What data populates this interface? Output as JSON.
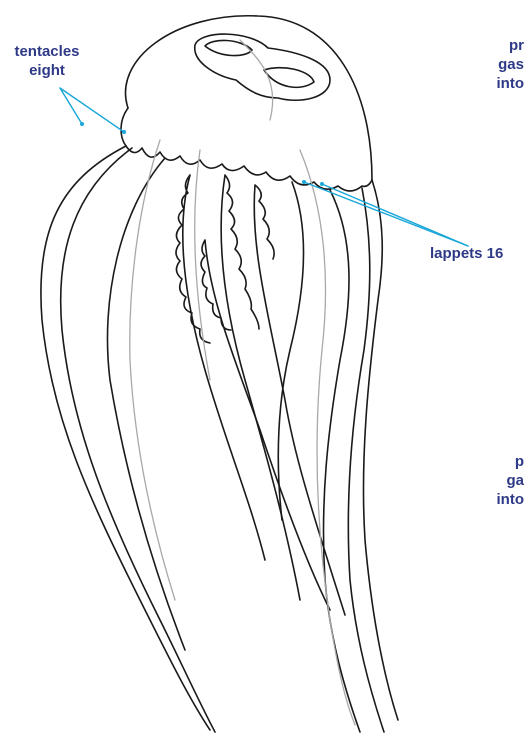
{
  "labels": {
    "tentacles_line1": "tentacles",
    "tentacles_line2": "eight",
    "lappets": "lappets 16",
    "top_right_line1": "pr",
    "top_right_line2": "gas",
    "top_right_line3": "into",
    "bottom_right_line1": "p",
    "bottom_right_line2": "ga",
    "bottom_right_line3": "into"
  },
  "colors": {
    "label_text": "#2e3a87",
    "pointer_line": "#19a7d8",
    "outline": "#1a1a1a",
    "inner_outline": "#a8a8a8"
  }
}
